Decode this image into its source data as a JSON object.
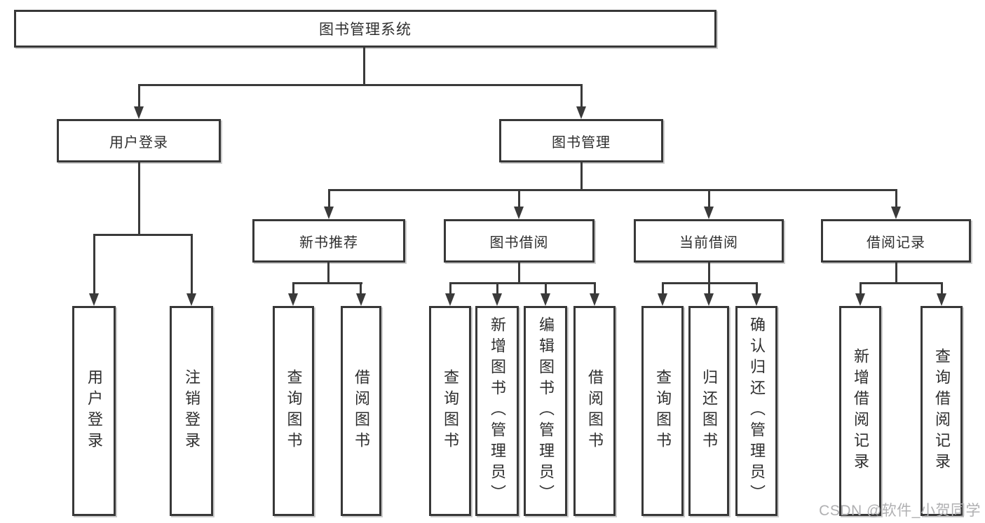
{
  "tree": {
    "label": "图书管理系统",
    "children": [
      {
        "label": "用户登录",
        "children": [
          {
            "label": "用户登录"
          },
          {
            "label": "注销登录"
          }
        ]
      },
      {
        "label": "图书管理",
        "children": [
          {
            "label": "新书推荐",
            "children": [
              {
                "label": "查询图书"
              },
              {
                "label": "借阅图书"
              }
            ]
          },
          {
            "label": "图书借阅",
            "children": [
              {
                "label": "查询图书"
              },
              {
                "label": "新增图书（管理员）"
              },
              {
                "label": "编辑图书（管理员）"
              },
              {
                "label": "借阅图书"
              }
            ]
          },
          {
            "label": "当前借阅",
            "children": [
              {
                "label": "查询图书"
              },
              {
                "label": "归还图书"
              },
              {
                "label": "确认归还（管理员）"
              }
            ]
          },
          {
            "label": "借阅记录",
            "children": [
              {
                "label": "新增借阅记录"
              },
              {
                "label": "查询借阅记录"
              }
            ]
          }
        ]
      }
    ]
  },
  "watermark": {
    "text": "CSDN @软件_小贺同学"
  },
  "colors": {
    "line": "#3a3a3a",
    "box_border": "#383838",
    "text": "#2e2e2e",
    "watermark": "#b0b0b2",
    "background": "#ffffff"
  }
}
